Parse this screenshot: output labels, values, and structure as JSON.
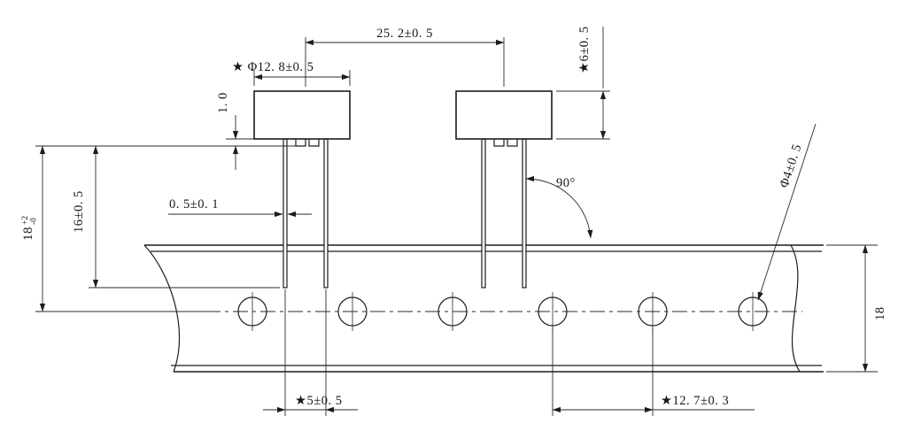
{
  "figure": {
    "background": "#ffffff",
    "line_color": "#1c1c1c"
  },
  "dimensions": {
    "component_pitch": "25. 2±0. 5",
    "body_diameter": "★ Φ12. 8±0. 5",
    "standoff_height": "1. 0",
    "body_height": "★6±0. 5",
    "lead_length": "16±0. 5",
    "seating_height_value": "18",
    "seating_height_upper_tol": "+2",
    "seating_height_lower_tol": "-0",
    "lead_diameter": "0. 5±0. 1",
    "lead_angle": "90°",
    "hole_diameter": "Φ4±0. 5",
    "tape_width": "18",
    "lead_spacing": "★5±0. 5",
    "hole_pitch": "★12. 7±0. 3"
  }
}
